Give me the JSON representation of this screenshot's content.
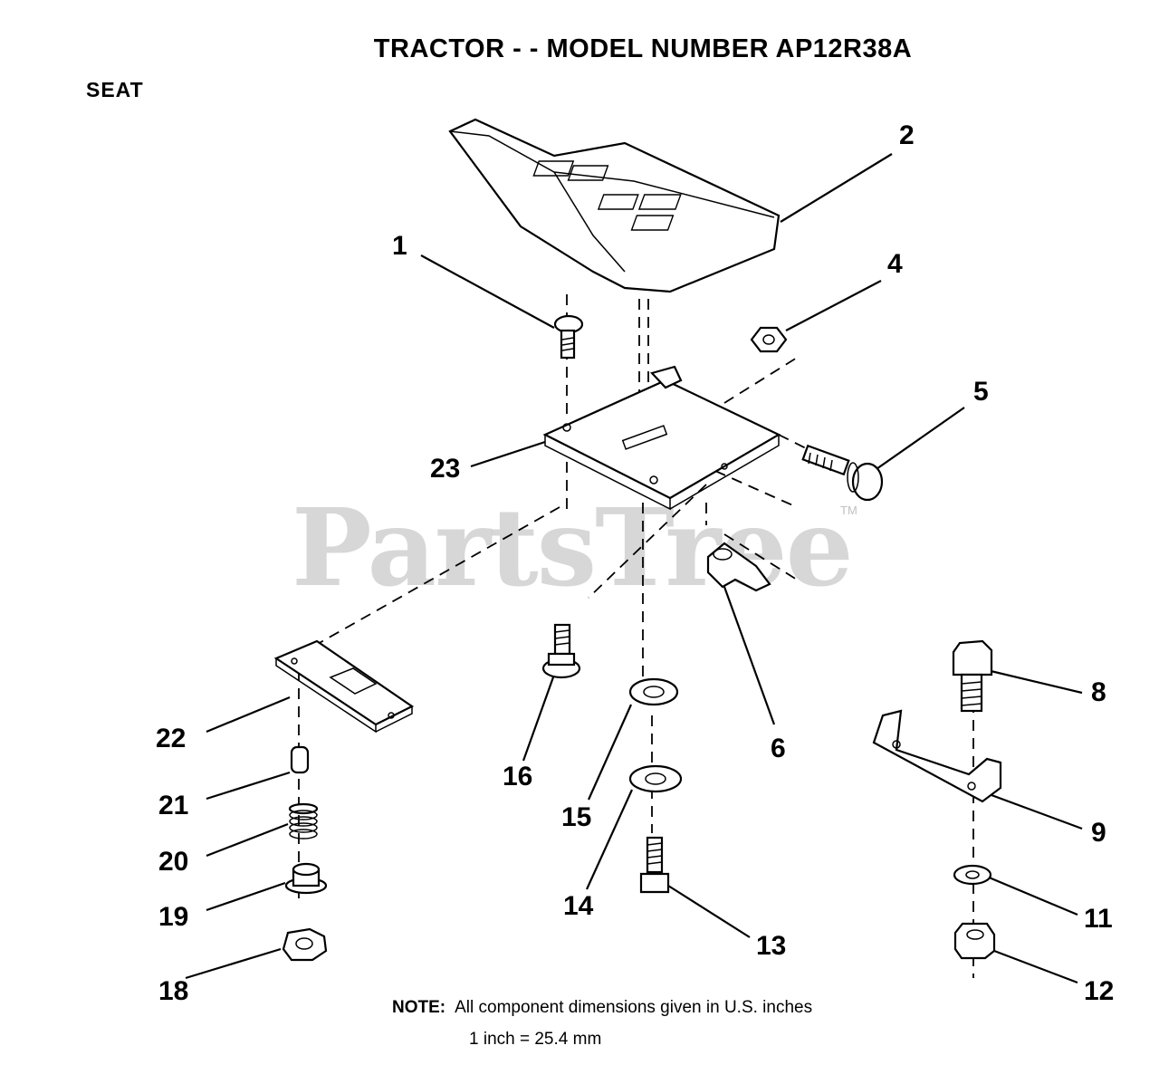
{
  "header": {
    "title": "TRACTOR - - MODEL NUMBER AP12R38A",
    "section": "SEAT"
  },
  "watermark": {
    "text": "PartsTree",
    "tm": "TM"
  },
  "callouts": {
    "c1": "1",
    "c2": "2",
    "c4": "4",
    "c5": "5",
    "c6": "6",
    "c8": "8",
    "c9": "9",
    "c11": "11",
    "c12": "12",
    "c13": "13",
    "c14": "14",
    "c15": "15",
    "c16": "16",
    "c18": "18",
    "c19": "19",
    "c20": "20",
    "c21": "21",
    "c22": "22",
    "c23": "23"
  },
  "note": {
    "label": "NOTE:",
    "line1": "All component dimensions given in U.S. inches",
    "line2": "1 inch = 25.4 mm"
  }
}
